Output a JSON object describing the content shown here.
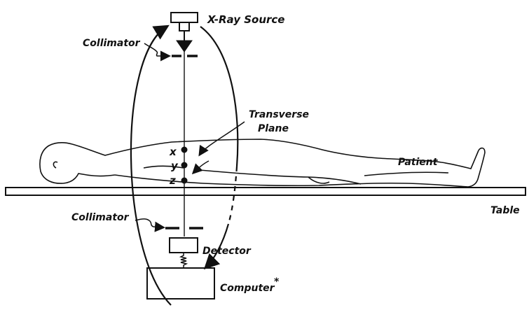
{
  "labels": {
    "xray_source": "X-Ray  Source",
    "collimator_top": "Collimator",
    "transverse_line1": "Transverse",
    "transverse_line2": "Plane",
    "patient": "Patient",
    "table": "Table",
    "collimator_bottom": "Collimator",
    "detector": "Detector",
    "computer": "Computer",
    "computer_mark": "*",
    "point_x": "x",
    "point_y": "y",
    "point_z": "z"
  },
  "colors": {
    "ink": "#111111",
    "background": "#ffffff"
  }
}
